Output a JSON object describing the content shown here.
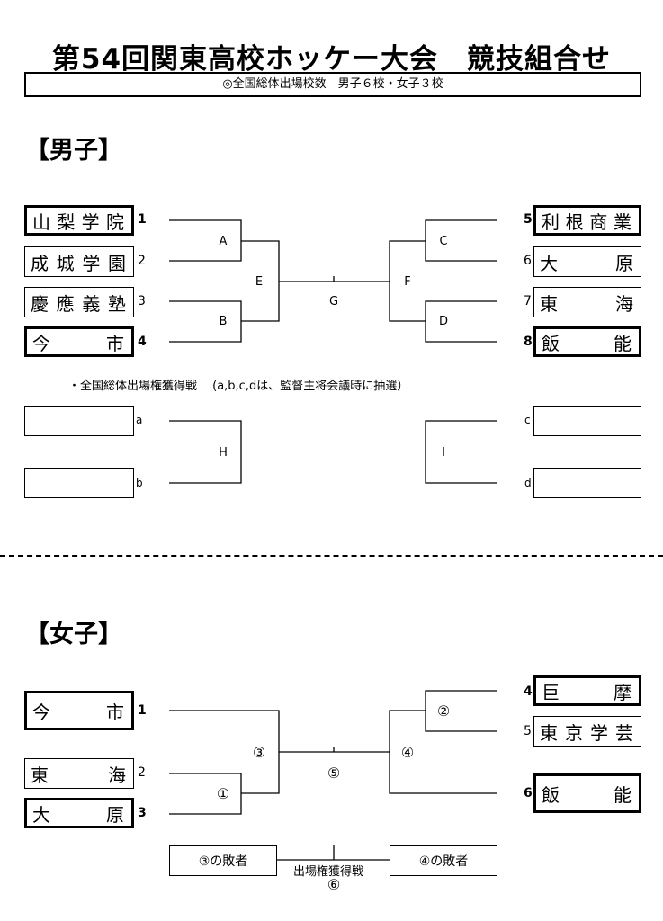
{
  "title": "第54回関東高校ホッケー大会　競技組合せ",
  "subtitle": "◎全国総体出場校数　男子６校・女子３校",
  "men": {
    "heading": "【男子】",
    "left_teams": [
      {
        "name": "山梨学院",
        "num": "1",
        "seed": true
      },
      {
        "name": "成城学園",
        "num": "2",
        "seed": false
      },
      {
        "name": "慶應義塾",
        "num": "3",
        "seed": false
      },
      {
        "name": "今市",
        "num": "4",
        "seed": true
      }
    ],
    "right_teams": [
      {
        "name": "利根商業",
        "num": "5",
        "seed": true
      },
      {
        "name": "大原",
        "num": "6",
        "seed": false
      },
      {
        "name": "東海",
        "num": "7",
        "seed": false
      },
      {
        "name": "飯能",
        "num": "8",
        "seed": true
      }
    ],
    "match_labels": {
      "A": "A",
      "B": "B",
      "C": "C",
      "D": "D",
      "E": "E",
      "F": "F",
      "G": "G",
      "H": "H",
      "I": "I"
    },
    "playoff_note": "・全国総体出場権獲得戦　 (a,b,c,dは、監督主将会議時に抽選）",
    "playoff_slots": {
      "a": "a",
      "b": "b",
      "c": "c",
      "d": "d"
    }
  },
  "women": {
    "heading": "【女子】",
    "left_teams": [
      {
        "name": "今市",
        "num": "1",
        "seed": true
      },
      {
        "name": "東海",
        "num": "2",
        "seed": false
      },
      {
        "name": "大原",
        "num": "3",
        "seed": true
      }
    ],
    "right_teams": [
      {
        "name": "巨摩",
        "num": "4",
        "seed": true
      },
      {
        "name": "東京学芸",
        "num": "5",
        "seed": false
      },
      {
        "name": "飯能",
        "num": "6",
        "seed": true
      }
    ],
    "match_labels": {
      "m1": "①",
      "m2": "②",
      "m3": "③",
      "m4": "④",
      "m5": "⑤",
      "m6": "⑥"
    },
    "loser3": "③の敗者",
    "loser4": "④の敗者",
    "qualifier_label": "出場権獲得戦"
  }
}
